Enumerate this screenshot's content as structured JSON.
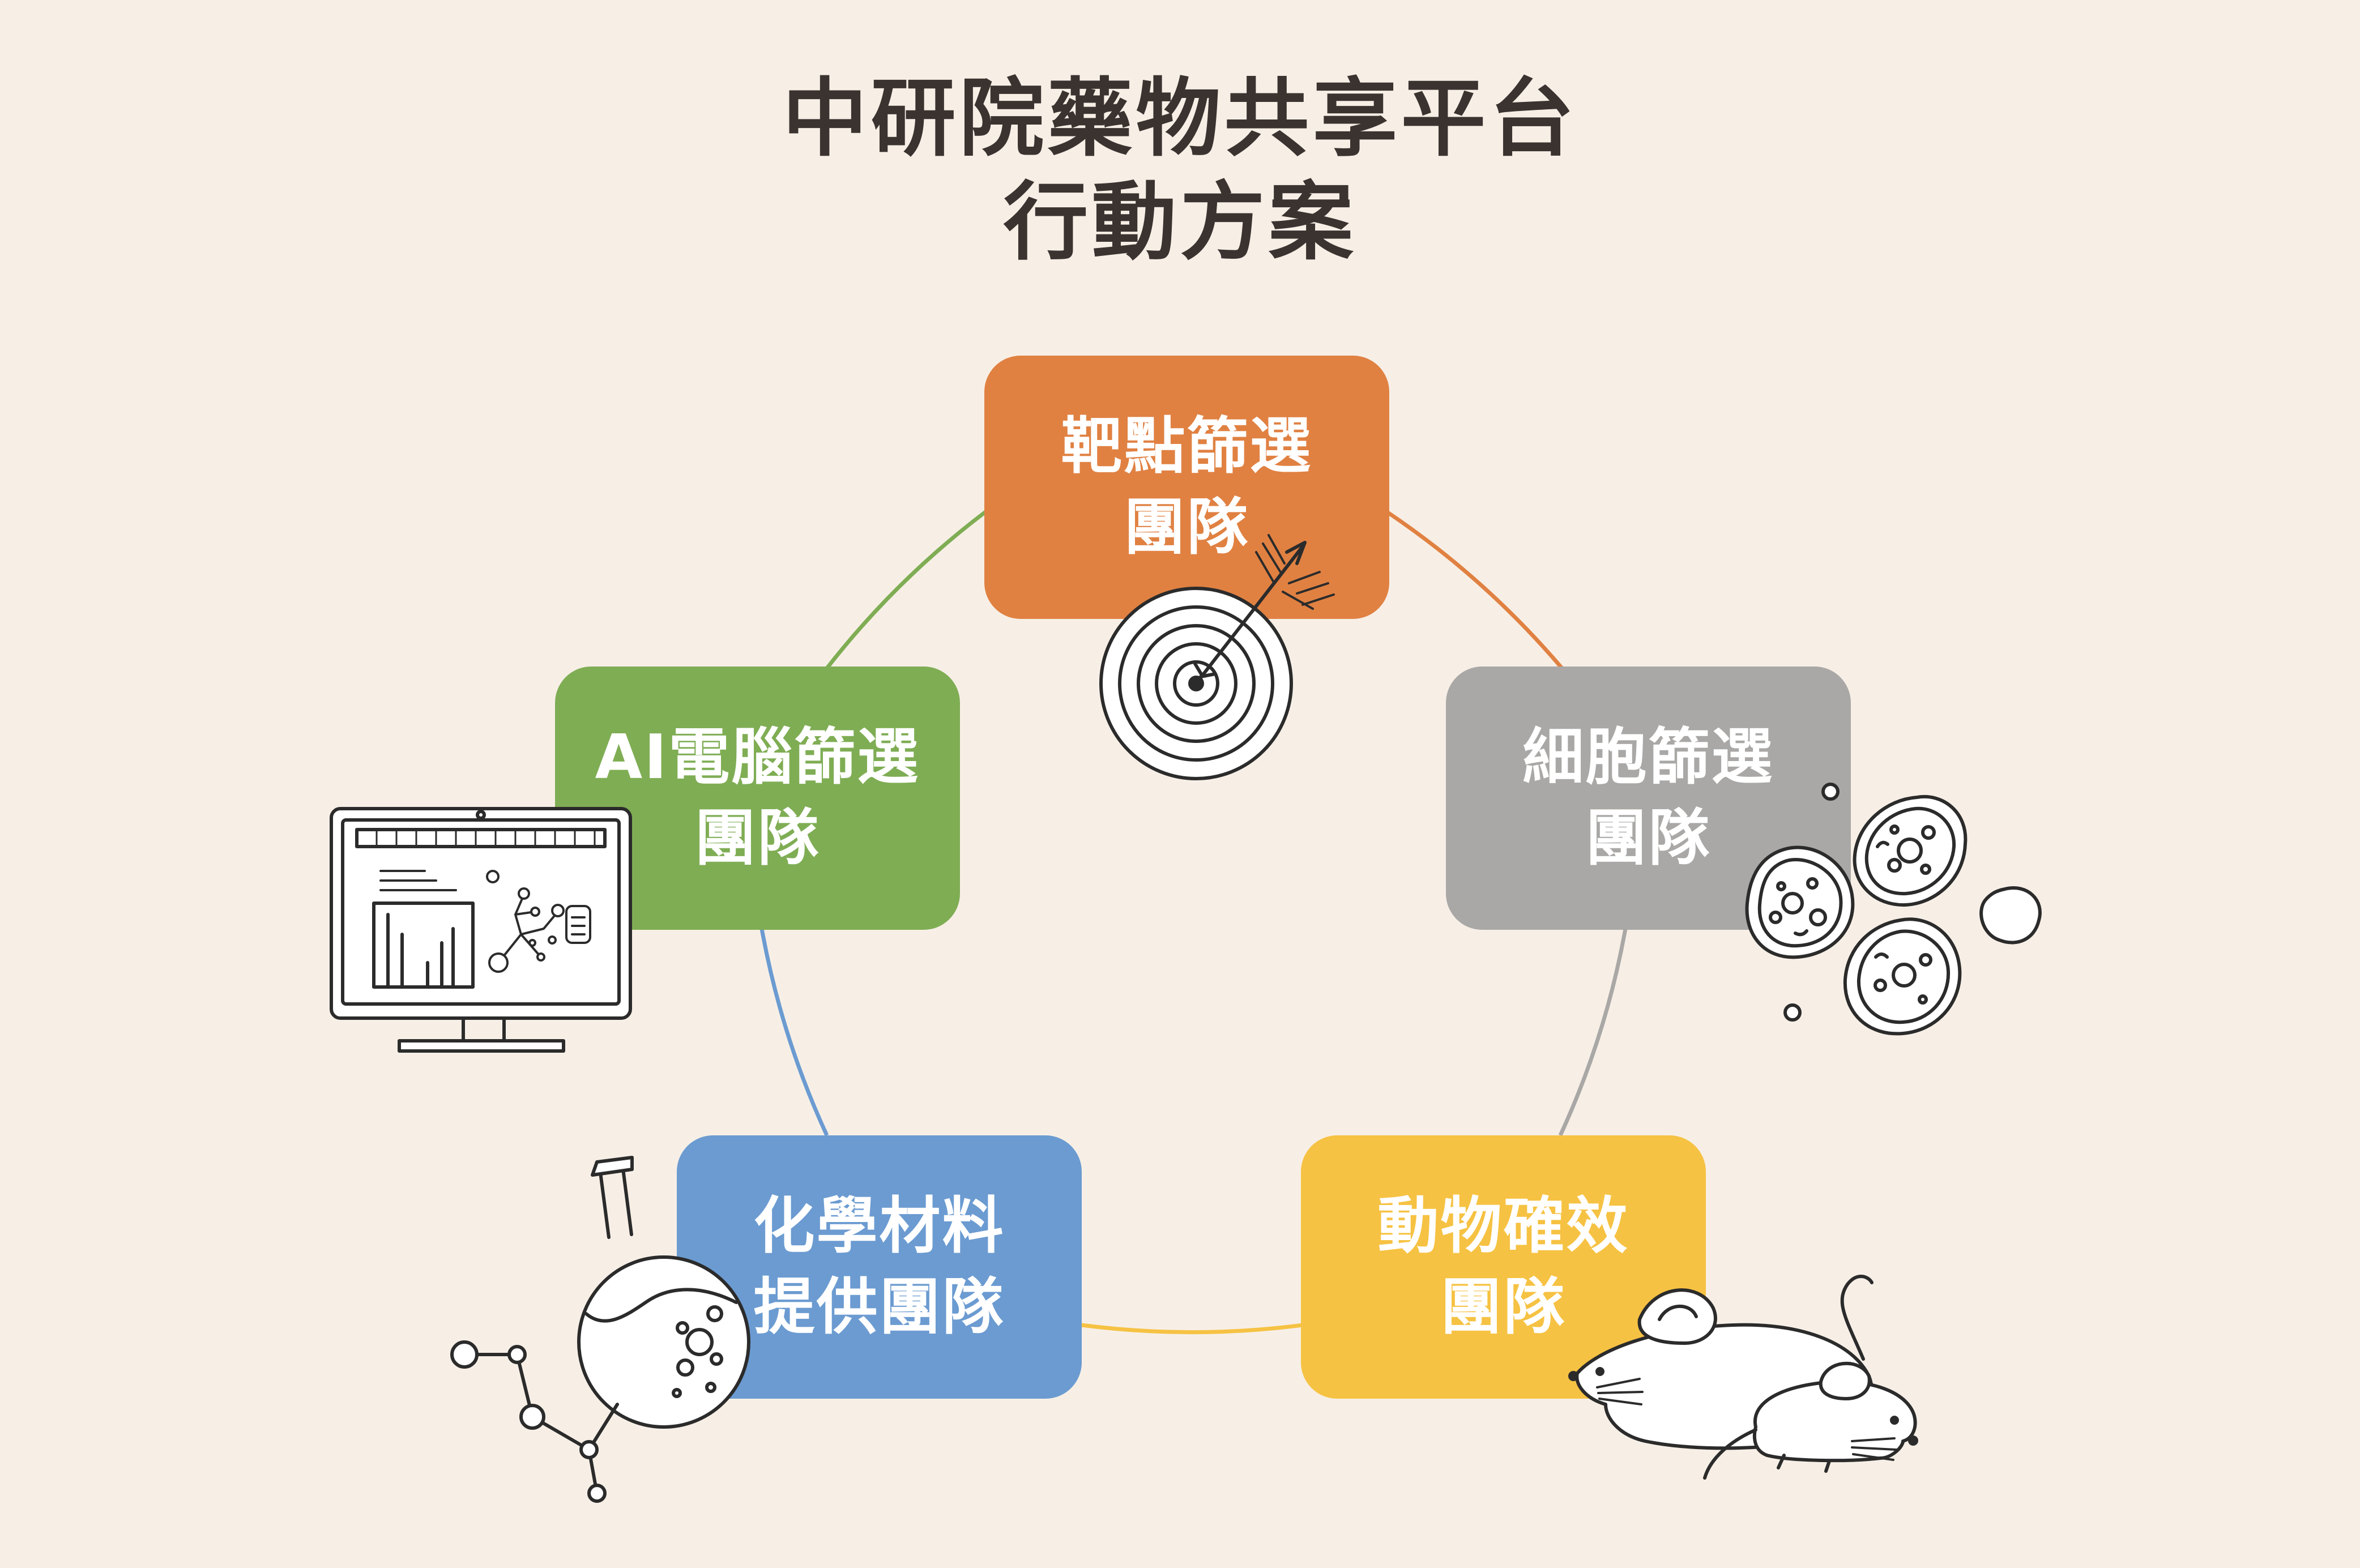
{
  "title": {
    "line1": "中研院藥物共享平台",
    "line2": "行動方案"
  },
  "teams": [
    {
      "id": "target",
      "line1": "靶點篩選",
      "line2": "團隊",
      "color": "#e08142",
      "icon": "target-arrow-icon"
    },
    {
      "id": "cell",
      "line1": "細胞篩選",
      "line2": "團隊",
      "color": "#a9a8a6",
      "icon": "cells-icon"
    },
    {
      "id": "animal",
      "line1": "動物確效",
      "line2": "團隊",
      "color": "#f6c243",
      "icon": "mice-icon"
    },
    {
      "id": "chem",
      "line1": "化學材料",
      "line2": "提供團隊",
      "color": "#6b9bd1",
      "icon": "flask-molecule-icon"
    },
    {
      "id": "ai",
      "line1": "AI電腦篩選",
      "line2": "團隊",
      "color": "#7fad54",
      "icon": "computer-monitor-icon"
    }
  ]
}
